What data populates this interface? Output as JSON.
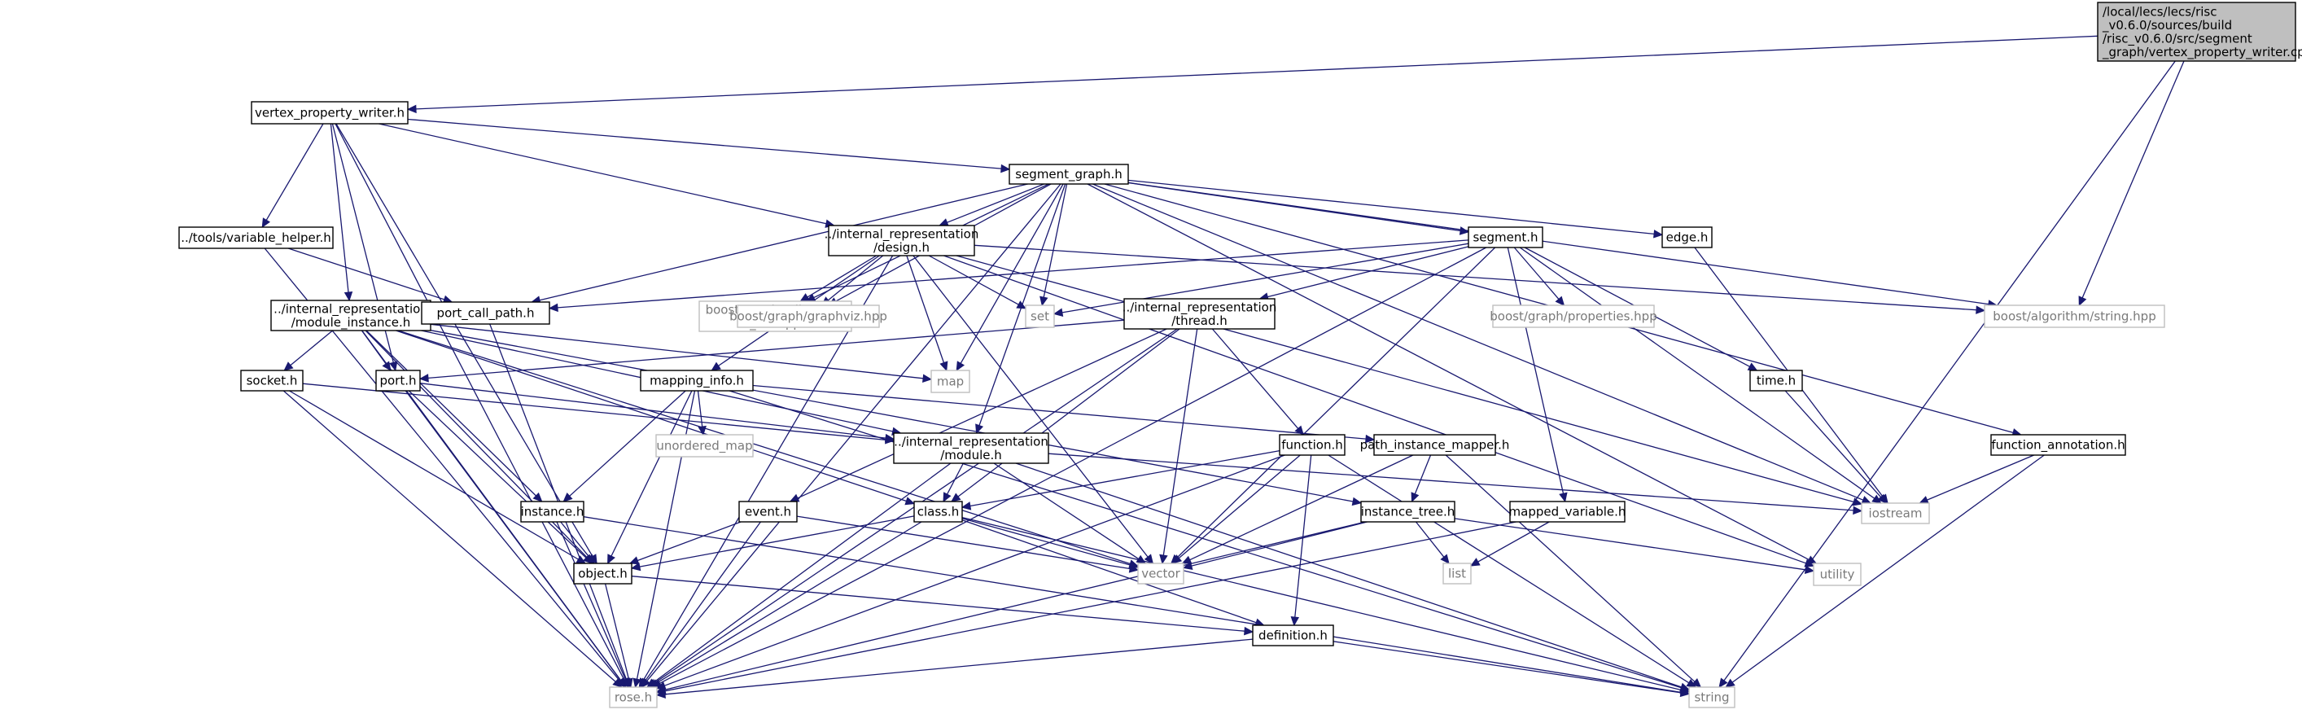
{
  "title": "",
  "colors": {
    "edge": "#191970",
    "root_fill": "#bfbfbf",
    "box_stroke": "#000000",
    "external_stroke": "#bfbfbf",
    "external_text": "#7a7a7a"
  },
  "nodes": [
    {
      "id": "root",
      "lines": [
        "/local/lecs/lecs/risc",
        "_v0.6.0/sources/build",
        "/risc_v0.6.0/src/segment",
        "_graph/vertex_property_writer.cpp"
      ],
      "kind": "root"
    },
    {
      "id": "vpw",
      "lines": [
        "vertex_property_writer.h"
      ],
      "kind": "local"
    },
    {
      "id": "sg",
      "lines": [
        "segment_graph.h"
      ],
      "kind": "local"
    },
    {
      "id": "vh",
      "lines": [
        "../tools/variable_helper.h"
      ],
      "kind": "local"
    },
    {
      "id": "design",
      "lines": [
        "../internal_representation",
        "/design.h"
      ],
      "kind": "local"
    },
    {
      "id": "segh",
      "lines": [
        "segment.h"
      ],
      "kind": "local"
    },
    {
      "id": "edgeh",
      "lines": [
        "edge.h"
      ],
      "kind": "local"
    },
    {
      "id": "modinst",
      "lines": [
        "../internal_representation",
        "/module_instance.h"
      ],
      "kind": "local"
    },
    {
      "id": "pcp",
      "lines": [
        "port_call_path.h"
      ],
      "kind": "local"
    },
    {
      "id": "bgal",
      "lines": [
        "boost/graph/adjacency",
        "_list.hpp"
      ],
      "kind": "external"
    },
    {
      "id": "bgg",
      "lines": [
        "boost/graph/graphviz.hpp"
      ],
      "kind": "external"
    },
    {
      "id": "set",
      "lines": [
        "set"
      ],
      "kind": "external"
    },
    {
      "id": "thread",
      "lines": [
        "../internal_representation",
        "/thread.h"
      ],
      "kind": "local"
    },
    {
      "id": "bgp",
      "lines": [
        "boost/graph/properties.hpp"
      ],
      "kind": "external"
    },
    {
      "id": "bas",
      "lines": [
        "boost/algorithm/string.hpp"
      ],
      "kind": "external"
    },
    {
      "id": "socket",
      "lines": [
        "socket.h"
      ],
      "kind": "local"
    },
    {
      "id": "port",
      "lines": [
        "port.h"
      ],
      "kind": "local"
    },
    {
      "id": "mapinfo",
      "lines": [
        "mapping_info.h"
      ],
      "kind": "local"
    },
    {
      "id": "map",
      "lines": [
        "map"
      ],
      "kind": "external"
    },
    {
      "id": "timeh",
      "lines": [
        "time.h"
      ],
      "kind": "local"
    },
    {
      "id": "umap",
      "lines": [
        "unordered_map"
      ],
      "kind": "external"
    },
    {
      "id": "module",
      "lines": [
        "../internal_representation",
        "/module.h"
      ],
      "kind": "local"
    },
    {
      "id": "func",
      "lines": [
        "function.h"
      ],
      "kind": "local"
    },
    {
      "id": "pim",
      "lines": [
        "path_instance_mapper.h"
      ],
      "kind": "local"
    },
    {
      "id": "fa",
      "lines": [
        "function_annotation.h"
      ],
      "kind": "local"
    },
    {
      "id": "instance",
      "lines": [
        "instance.h"
      ],
      "kind": "local"
    },
    {
      "id": "event",
      "lines": [
        "event.h"
      ],
      "kind": "local"
    },
    {
      "id": "class",
      "lines": [
        "class.h"
      ],
      "kind": "local"
    },
    {
      "id": "itree",
      "lines": [
        "instance_tree.h"
      ],
      "kind": "local"
    },
    {
      "id": "mv",
      "lines": [
        "mapped_variable.h"
      ],
      "kind": "local"
    },
    {
      "id": "iostream",
      "lines": [
        "iostream"
      ],
      "kind": "external"
    },
    {
      "id": "object",
      "lines": [
        "object.h"
      ],
      "kind": "local"
    },
    {
      "id": "vector",
      "lines": [
        "vector"
      ],
      "kind": "external"
    },
    {
      "id": "list",
      "lines": [
        "list"
      ],
      "kind": "external"
    },
    {
      "id": "utility",
      "lines": [
        "utility"
      ],
      "kind": "external"
    },
    {
      "id": "definition",
      "lines": [
        "definition.h"
      ],
      "kind": "local"
    },
    {
      "id": "rose",
      "lines": [
        "rose.h"
      ],
      "kind": "external"
    },
    {
      "id": "string",
      "lines": [
        "string"
      ],
      "kind": "external"
    }
  ],
  "edges": [
    [
      "root",
      "vpw"
    ],
    [
      "root",
      "bas"
    ],
    [
      "root",
      "string"
    ],
    [
      "vpw",
      "sg"
    ],
    [
      "vpw",
      "vh"
    ],
    [
      "vpw",
      "design"
    ],
    [
      "vpw",
      "modinst"
    ],
    [
      "vpw",
      "port"
    ],
    [
      "vpw",
      "object"
    ],
    [
      "vpw",
      "rose"
    ],
    [
      "sg",
      "design"
    ],
    [
      "sg",
      "segh"
    ],
    [
      "sg",
      "edgeh"
    ],
    [
      "sg",
      "pcp"
    ],
    [
      "sg",
      "bgal"
    ],
    [
      "sg",
      "bgg"
    ],
    [
      "sg",
      "set"
    ],
    [
      "sg",
      "map"
    ],
    [
      "sg",
      "module"
    ],
    [
      "sg",
      "iostream"
    ],
    [
      "sg",
      "utility"
    ],
    [
      "sg",
      "fa"
    ],
    [
      "sg",
      "bas"
    ],
    [
      "sg",
      "rose"
    ],
    [
      "vh",
      "pcp"
    ],
    [
      "vh",
      "rose"
    ],
    [
      "design",
      "bgal"
    ],
    [
      "design",
      "bgg"
    ],
    [
      "design",
      "set"
    ],
    [
      "design",
      "map"
    ],
    [
      "design",
      "mapinfo"
    ],
    [
      "design",
      "bas"
    ],
    [
      "design",
      "vector"
    ],
    [
      "design",
      "iostream"
    ],
    [
      "design",
      "utility"
    ],
    [
      "design",
      "rose"
    ],
    [
      "segh",
      "thread"
    ],
    [
      "segh",
      "bgp"
    ],
    [
      "segh",
      "set"
    ],
    [
      "segh",
      "timeh"
    ],
    [
      "segh",
      "mv"
    ],
    [
      "segh",
      "iostream"
    ],
    [
      "segh",
      "vector"
    ],
    [
      "segh",
      "pcp"
    ],
    [
      "segh",
      "rose"
    ],
    [
      "edgeh",
      "iostream"
    ],
    [
      "modinst",
      "socket"
    ],
    [
      "modinst",
      "port"
    ],
    [
      "modinst",
      "map"
    ],
    [
      "modinst",
      "module"
    ],
    [
      "modinst",
      "instance"
    ],
    [
      "modinst",
      "object"
    ],
    [
      "modinst",
      "class"
    ],
    [
      "modinst",
      "vector"
    ],
    [
      "modinst",
      "itree"
    ],
    [
      "modinst",
      "rose"
    ],
    [
      "pcp",
      "rose"
    ],
    [
      "thread",
      "port"
    ],
    [
      "thread",
      "func"
    ],
    [
      "thread",
      "event"
    ],
    [
      "thread",
      "class"
    ],
    [
      "thread",
      "vector"
    ],
    [
      "thread",
      "rose"
    ],
    [
      "socket",
      "module"
    ],
    [
      "socket",
      "object"
    ],
    [
      "socket",
      "rose"
    ],
    [
      "port",
      "module"
    ],
    [
      "port",
      "object"
    ],
    [
      "port",
      "rose"
    ],
    [
      "mapinfo",
      "umap"
    ],
    [
      "mapinfo",
      "instance"
    ],
    [
      "mapinfo",
      "object"
    ],
    [
      "mapinfo",
      "pim"
    ],
    [
      "mapinfo",
      "string"
    ],
    [
      "mapinfo",
      "rose"
    ],
    [
      "timeh",
      "iostream"
    ],
    [
      "module",
      "class"
    ],
    [
      "module",
      "vector"
    ],
    [
      "module",
      "iostream"
    ],
    [
      "module",
      "string"
    ],
    [
      "module",
      "rose"
    ],
    [
      "func",
      "class"
    ],
    [
      "func",
      "vector"
    ],
    [
      "func",
      "definition"
    ],
    [
      "func",
      "string"
    ],
    [
      "func",
      "rose"
    ],
    [
      "pim",
      "itree"
    ],
    [
      "pim",
      "vector"
    ],
    [
      "pim",
      "string"
    ],
    [
      "fa",
      "iostream"
    ],
    [
      "fa",
      "string"
    ],
    [
      "instance",
      "object"
    ],
    [
      "instance",
      "string"
    ],
    [
      "instance",
      "rose"
    ],
    [
      "event",
      "object"
    ],
    [
      "event",
      "vector"
    ],
    [
      "event",
      "rose"
    ],
    [
      "class",
      "object"
    ],
    [
      "class",
      "vector"
    ],
    [
      "class",
      "definition"
    ],
    [
      "class",
      "string"
    ],
    [
      "class",
      "rose"
    ],
    [
      "itree",
      "list"
    ],
    [
      "itree",
      "vector"
    ],
    [
      "itree",
      "utility"
    ],
    [
      "itree",
      "rose"
    ],
    [
      "mv",
      "list"
    ],
    [
      "mv",
      "rose"
    ],
    [
      "object",
      "definition"
    ],
    [
      "object",
      "rose"
    ],
    [
      "definition",
      "string"
    ],
    [
      "definition",
      "rose"
    ]
  ]
}
